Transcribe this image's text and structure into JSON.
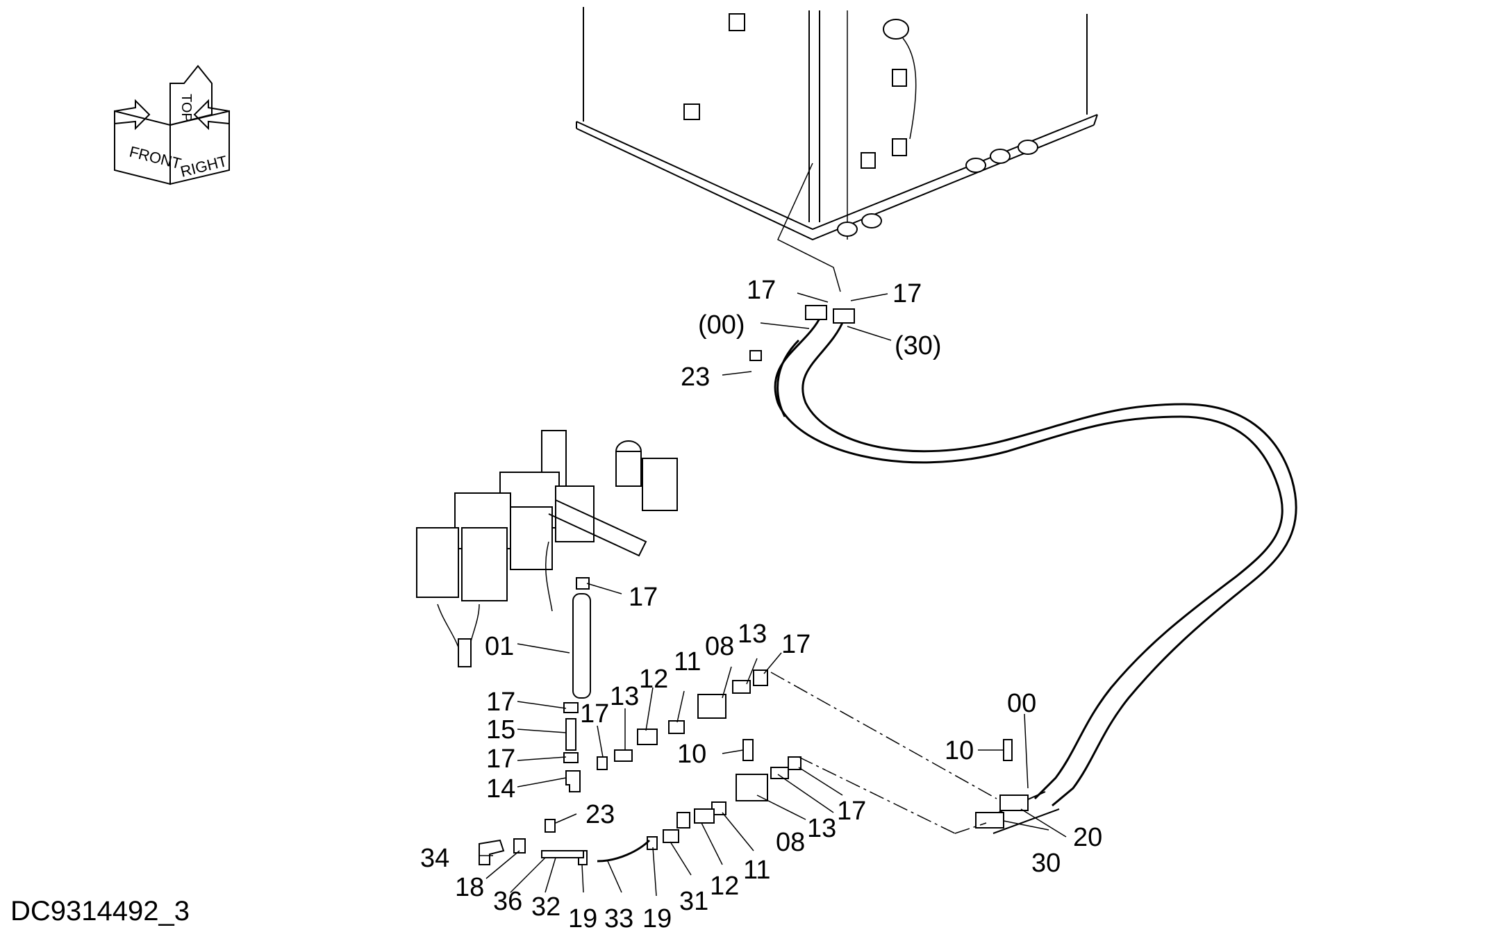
{
  "orientation": {
    "front": "FRONT",
    "top": "TOP",
    "right": "RIGHT"
  },
  "drawing_id": "DC9314492_3",
  "labels": {
    "l_17_tank_left": "17",
    "l_17_tank_right": "17",
    "l_00_paren": "(00)",
    "l_30_paren": "(30)",
    "l_23_top": "23",
    "l_17_filter": "17",
    "l_01": "01",
    "l_08_upper": "08",
    "l_13_upper": "13",
    "l_17_upper_right": "17",
    "l_11_upper": "11",
    "l_12_upper": "12",
    "l_13_mid": "13",
    "l_17_mid": "17",
    "l_17_a": "17",
    "l_15": "15",
    "l_17_b": "17",
    "l_14": "14",
    "l_10_mid": "10",
    "l_10_right": "10",
    "l_00_right": "00",
    "l_23_bottom": "23",
    "l_34": "34",
    "l_18": "18",
    "l_36": "36",
    "l_32": "32",
    "l_19_a": "19",
    "l_33": "33",
    "l_19_b": "19",
    "l_31": "31",
    "l_12_lower": "12",
    "l_11_lower": "11",
    "l_08_lower": "08",
    "l_13_lower": "13",
    "l_17_lower": "17",
    "l_30": "30",
    "l_20": "20"
  }
}
